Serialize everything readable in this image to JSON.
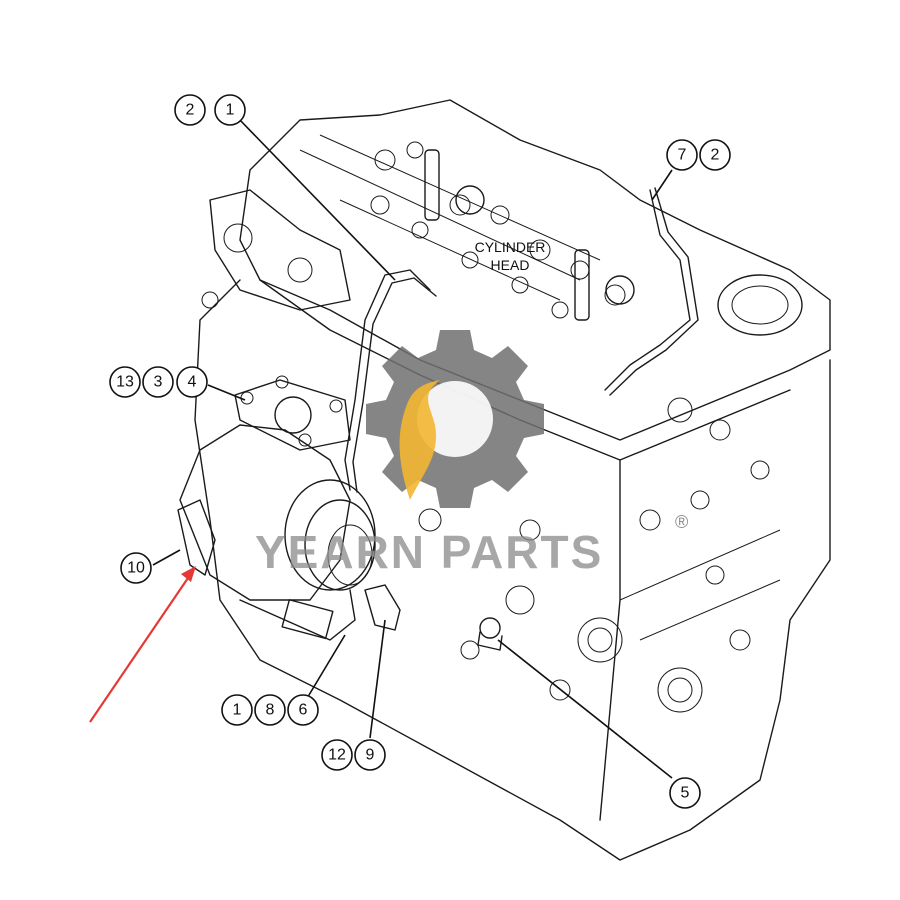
{
  "labels": {
    "cylinder_head_line1": "CYLINDER",
    "cylinder_head_line2": "HEAD"
  },
  "callouts": {
    "c2a": "2",
    "c1a": "1",
    "c7": "7",
    "c2b": "2",
    "c13": "13",
    "c3": "3",
    "c4": "4",
    "c10": "10",
    "c1b": "1",
    "c8": "8",
    "c6": "6",
    "c12": "12",
    "c9": "9",
    "c5": "5"
  },
  "watermark": {
    "text": "YEARN PARTS",
    "registered": "®",
    "gear_color": "#707070",
    "flame_color": "#f2b632"
  },
  "arrow_color": "#e53935"
}
